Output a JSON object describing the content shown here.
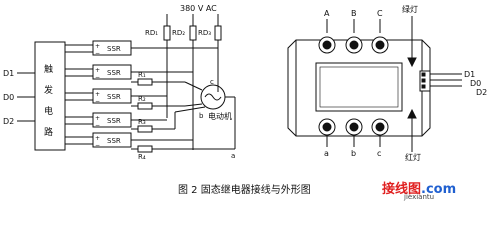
{
  "left_circuit": {
    "supply_label": "380 V AC",
    "fuses": [
      "RD₁",
      "RD₂",
      "RD₃"
    ],
    "trigger_circuit": [
      "触",
      "发",
      "电",
      "路"
    ],
    "inputs": [
      "D1",
      "D0",
      "D2"
    ],
    "ssr_labels": [
      "SSR",
      "SSR",
      "SSR",
      "SSR",
      "SSR"
    ],
    "plus_sign": "+",
    "minus_sign": "−",
    "resistors": [
      "R₁",
      "R₂",
      "R₃",
      "R₄"
    ],
    "motor_label": "电动机",
    "motor_terminals": [
      "a",
      "b",
      "c"
    ]
  },
  "right_outline": {
    "top_terminals": [
      "A",
      "B",
      "C"
    ],
    "bottom_terminals": [
      "a",
      "b",
      "c"
    ],
    "green_light": "绿灯",
    "red_light": "红灯",
    "connector_labels": [
      "D1",
      "D0",
      "D2"
    ]
  },
  "caption": "图 2   固态继电器接线与外形图",
  "watermark": {
    "cn": "接线图",
    "dot_com": ".com",
    "sub": "jiexiantu"
  }
}
